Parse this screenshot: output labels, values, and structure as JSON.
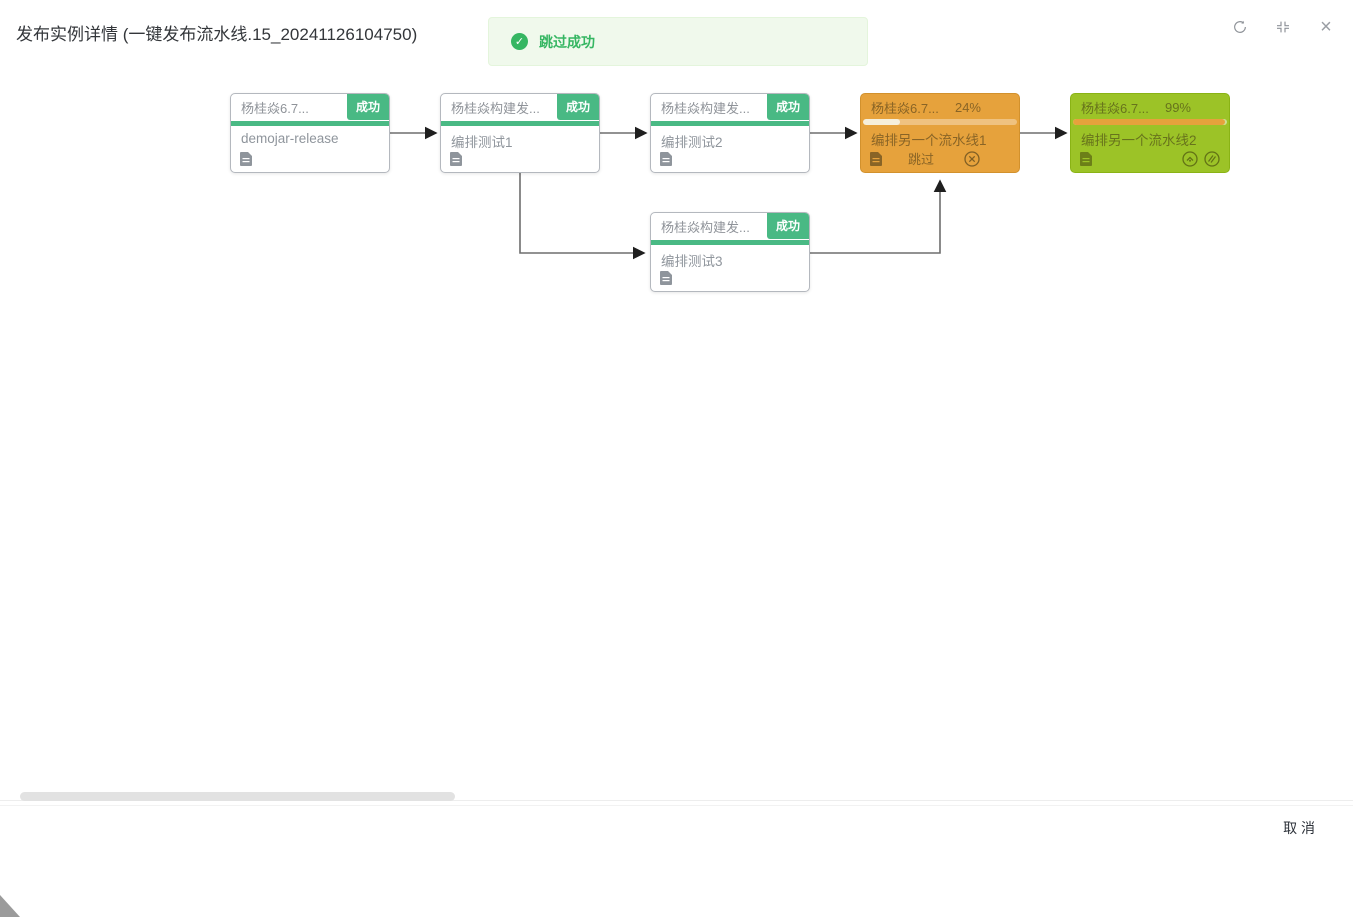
{
  "dialog": {
    "title": "发布实例详情 (一键发布流水线.15_20241126104750)",
    "cancel_label": "取 消",
    "close_glyph": "×"
  },
  "toast": {
    "message": "跳过成功",
    "check_glyph": "✓"
  },
  "nodes": [
    {
      "title": "杨桂焱6.7...",
      "status_badge": "成功",
      "body": "demojar-release"
    },
    {
      "title": "杨桂焱构建发...",
      "status_badge": "成功",
      "body": "编排测试1"
    },
    {
      "title": "杨桂焱构建发...",
      "status_badge": "成功",
      "body": "编排测试2"
    },
    {
      "title": "杨桂焱构建发...",
      "status_badge": "成功",
      "body": "编排测试3"
    },
    {
      "title": "杨桂焱6.7...",
      "progress": "24%",
      "body": "编排另一个流水线1",
      "action": "跳过"
    },
    {
      "title": "杨桂焱6.7...",
      "progress": "99%",
      "body": "编排另一个流水线2"
    }
  ],
  "colors": {
    "success_green": "#49b984",
    "running_orange": "#e6a23c",
    "finished_lime": "#9cc327",
    "toast_text": "#35b662",
    "toast_bg": "#f0f9ec"
  }
}
